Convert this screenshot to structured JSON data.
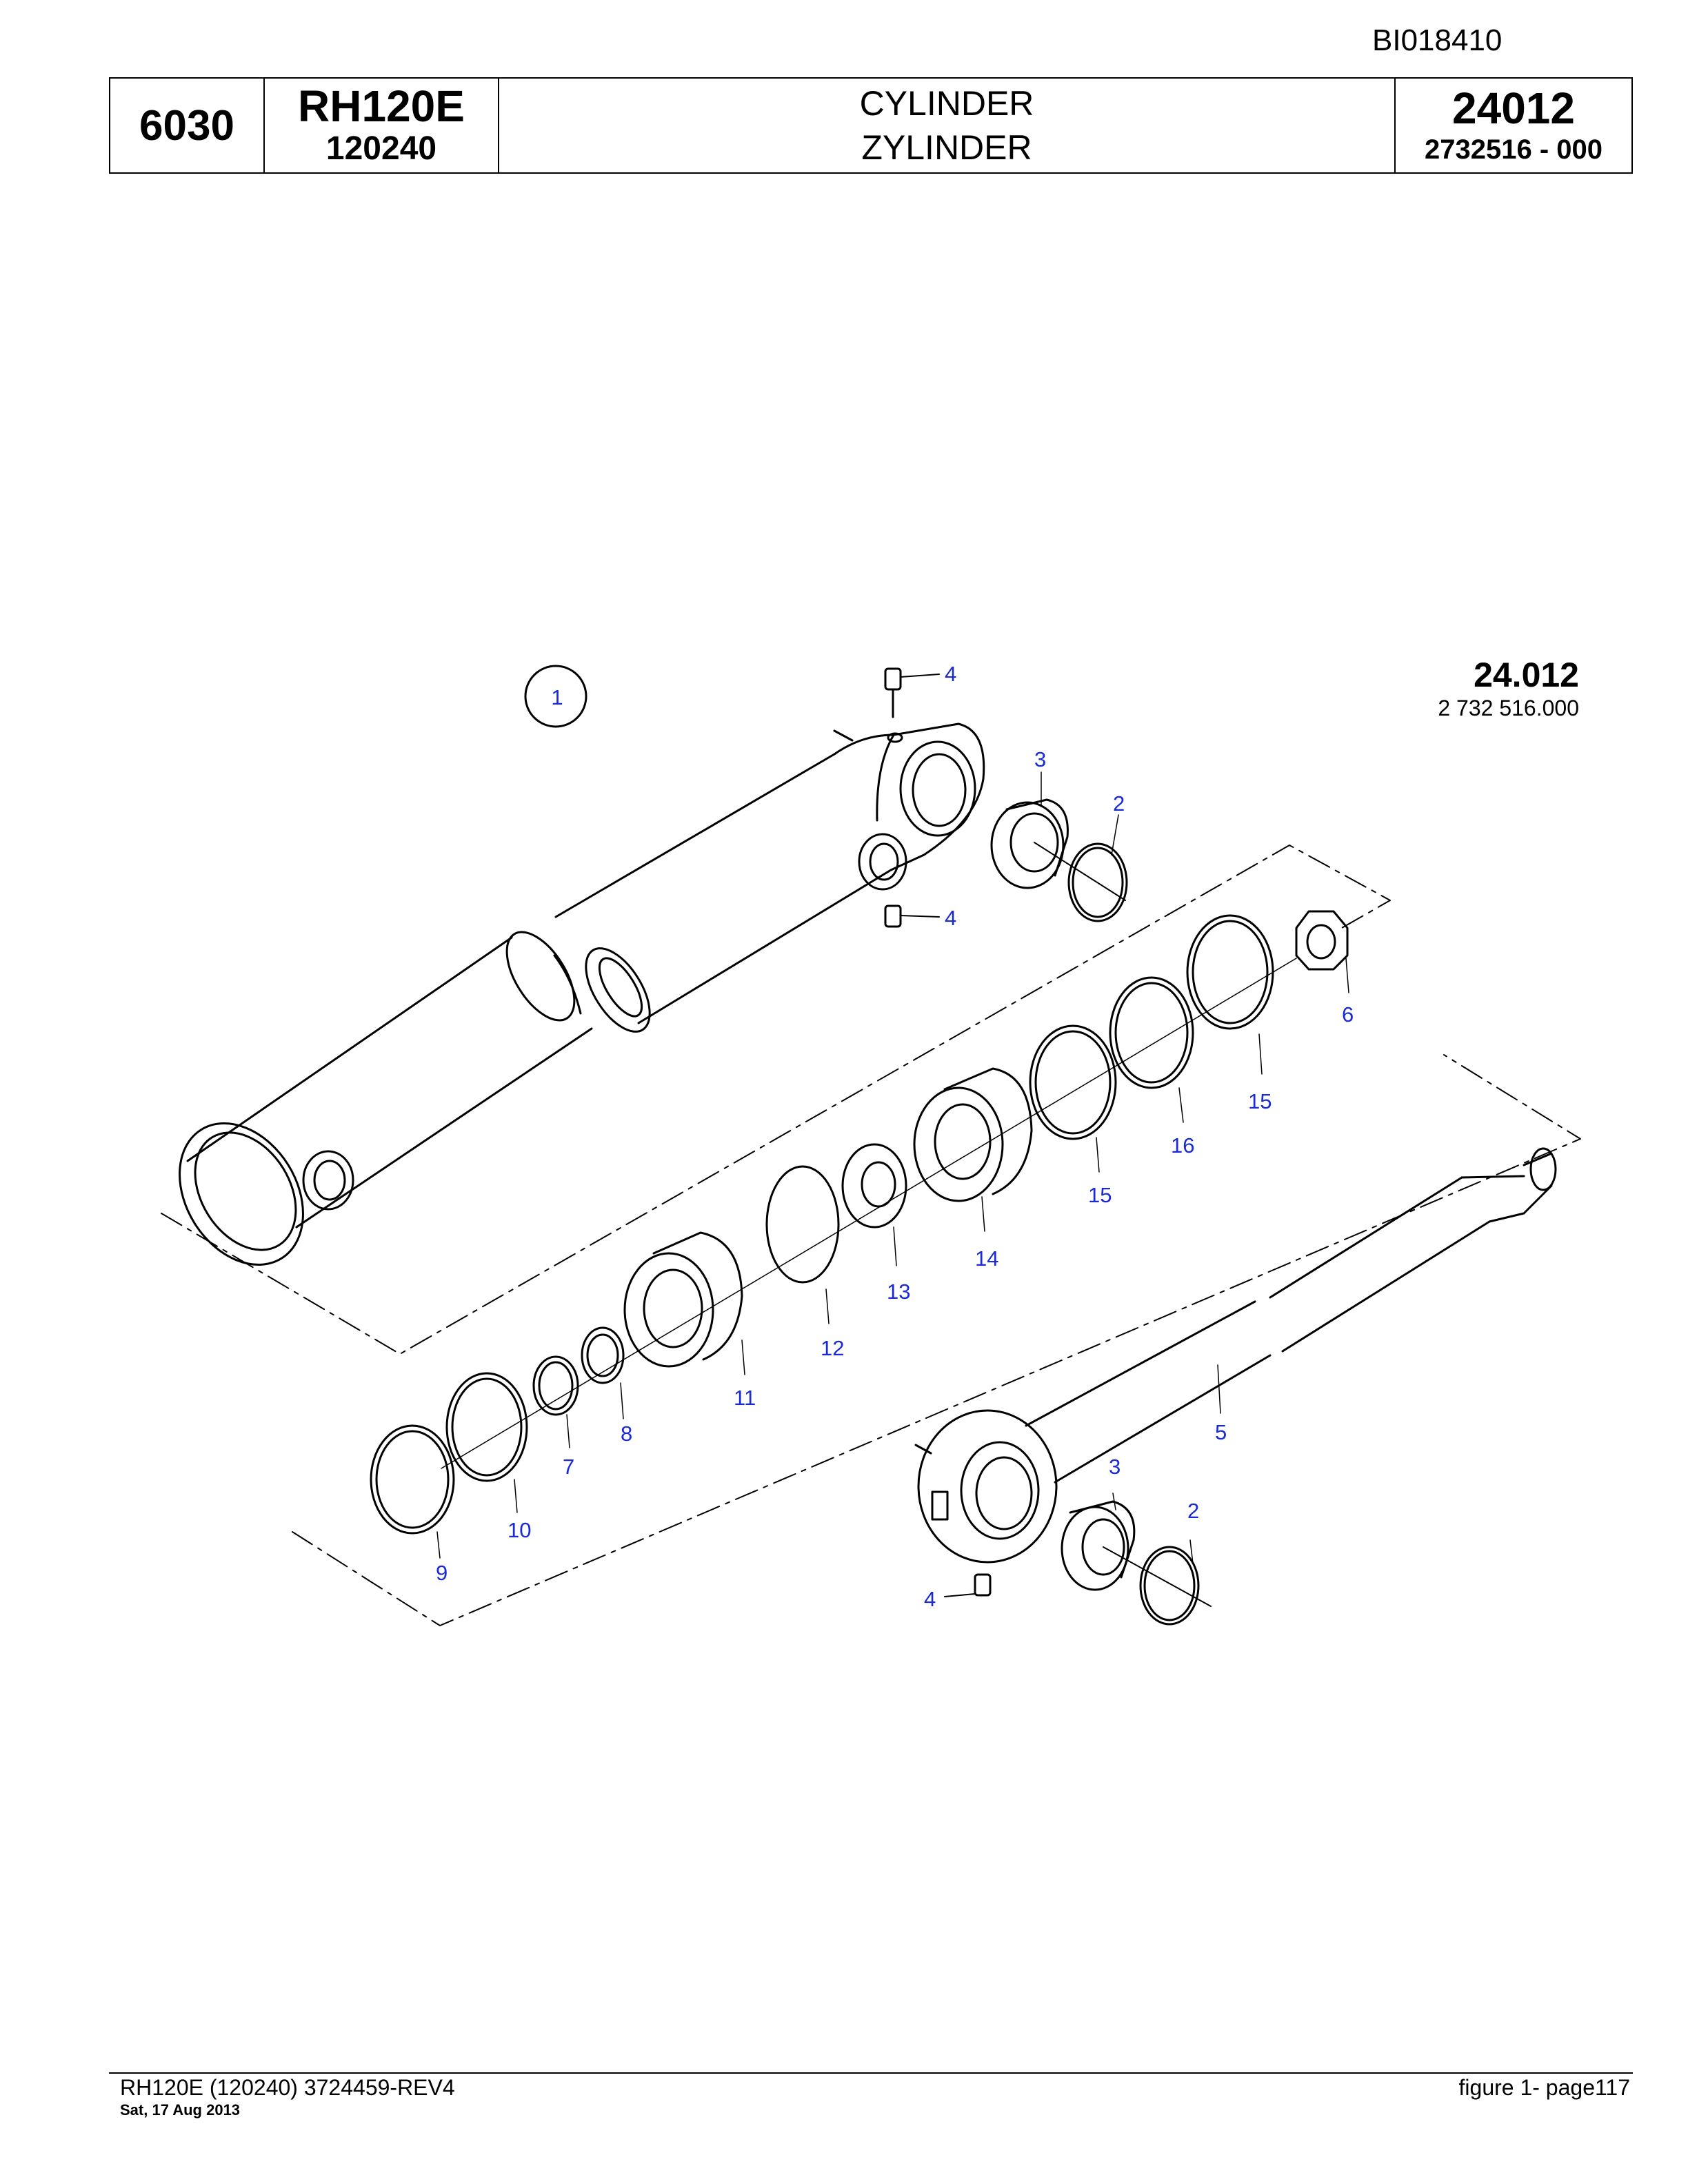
{
  "document": {
    "id": "BI018410"
  },
  "header": {
    "group": "6030",
    "model": "RH120E",
    "serial": "120240",
    "title_en": "CYLINDER",
    "title_de": "ZYLINDER",
    "figure": "24012",
    "part_number": "2732516  - 000"
  },
  "figure_label": {
    "number": "24.012",
    "part": "2 732 516.000"
  },
  "assembly_callout": "1",
  "callouts": [
    "4",
    "3",
    "2",
    "4",
    "6",
    "15",
    "16",
    "15",
    "14",
    "13",
    "12",
    "11",
    "8",
    "7",
    "10",
    "9",
    "5",
    "3",
    "2",
    "4"
  ],
  "footer": {
    "reference": "RH120E (120240) 3724459-REV4",
    "date": "Sat, 17 Aug 2013",
    "page": "figure  1- page117"
  },
  "colors": {
    "callout": "#1a2ad6",
    "line": "#000000"
  }
}
